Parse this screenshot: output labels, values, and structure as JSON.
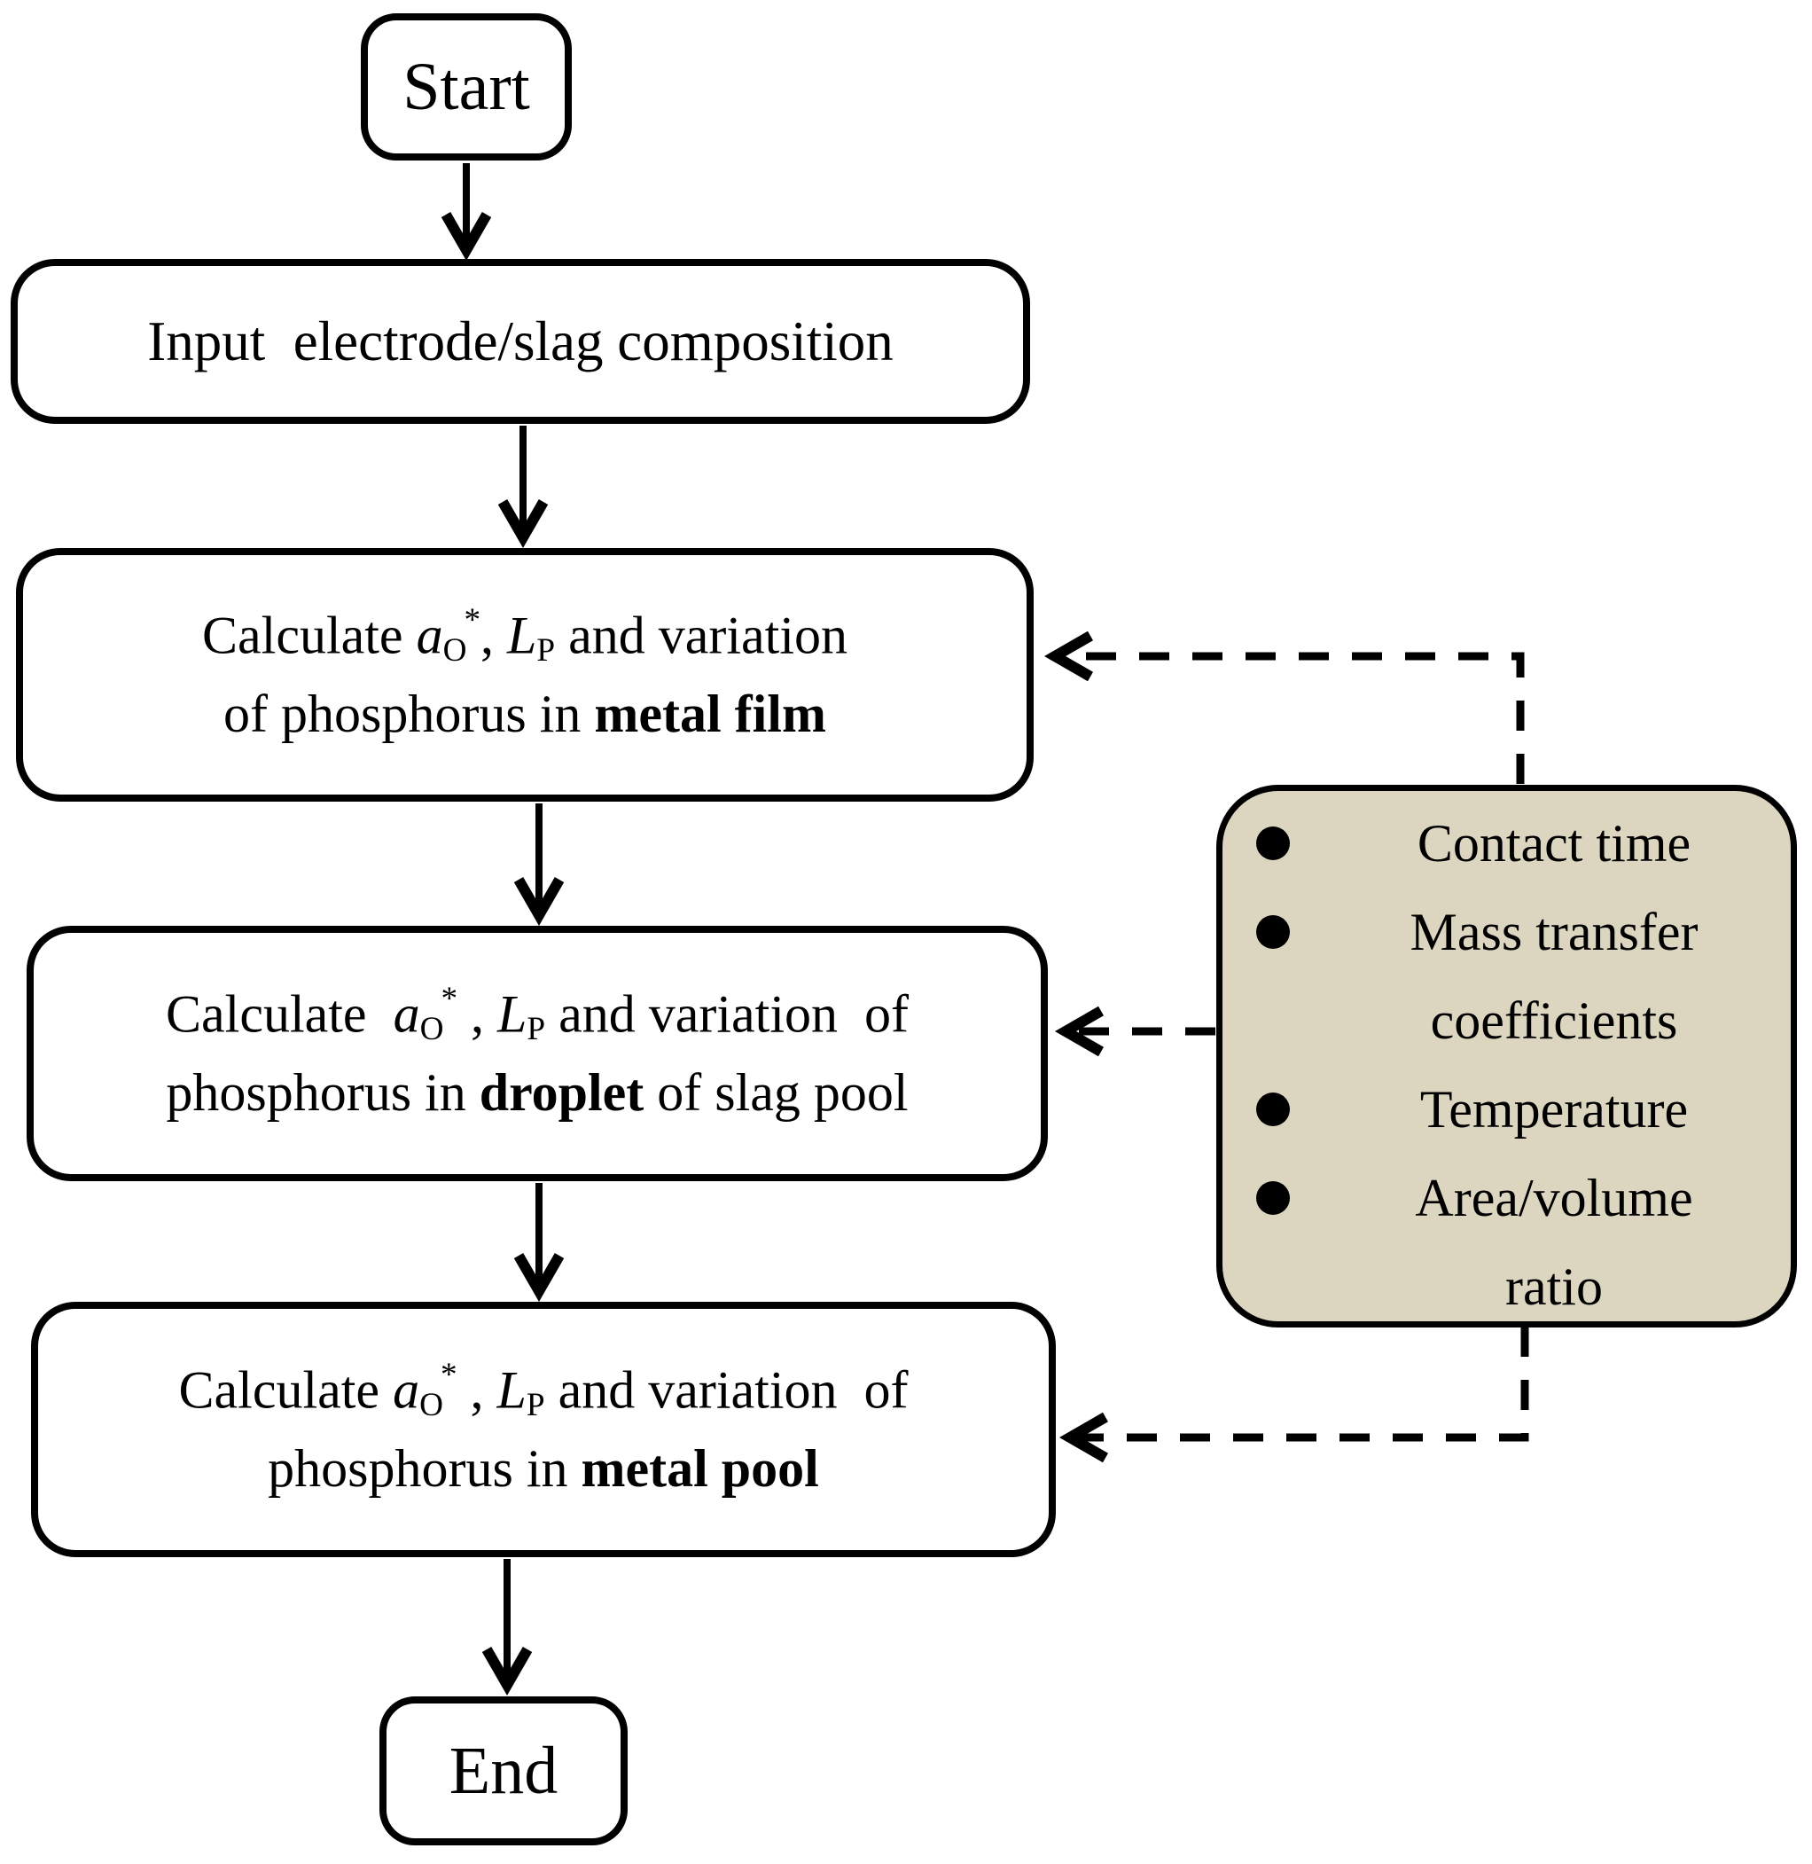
{
  "flowchart": {
    "nodes": {
      "start": {
        "label": "Start"
      },
      "input": {
        "label": "Input  electrode/slag composition"
      },
      "calc_metal_film": {
        "segments": [
          {
            "t": "Calculate "
          },
          {
            "t": "a",
            "i": true
          },
          {
            "t": "O",
            "v": "sub"
          },
          {
            "t": "*",
            "v": "sup"
          },
          {
            "t": ", "
          },
          {
            "t": "L",
            "i": true
          },
          {
            "t": "P",
            "v": "sub"
          },
          {
            "t": " and variation"
          },
          {
            "br": true
          },
          {
            "t": "of phosphorus in "
          },
          {
            "t": "metal film",
            "b": true
          }
        ]
      },
      "calc_droplet": {
        "segments": [
          {
            "t": "Calculate  "
          },
          {
            "t": "a",
            "i": true
          },
          {
            "t": "O",
            "v": "sub"
          },
          {
            "t": "*",
            "v": "sup"
          },
          {
            "t": " , "
          },
          {
            "t": "L",
            "i": true
          },
          {
            "t": "P",
            "v": "sub"
          },
          {
            "t": " and variation  of"
          },
          {
            "br": true
          },
          {
            "t": "phosphorus in "
          },
          {
            "t": "droplet",
            "b": true
          },
          {
            "t": " of slag pool"
          }
        ]
      },
      "calc_metal_pool": {
        "segments": [
          {
            "t": "Calculate "
          },
          {
            "t": "a",
            "i": true
          },
          {
            "t": "O",
            "v": "sub"
          },
          {
            "t": "*",
            "v": "sup"
          },
          {
            "t": " , "
          },
          {
            "t": "L",
            "i": true
          },
          {
            "t": "P",
            "v": "sub"
          },
          {
            "t": " and variation  of"
          },
          {
            "br": true
          },
          {
            "t": "phosphorus in "
          },
          {
            "t": "metal pool",
            "b": true
          }
        ]
      },
      "end": {
        "label": "End"
      }
    },
    "side_panel": {
      "fill": "#DCD6C1",
      "border": "#000000",
      "items": [
        {
          "label": "Contact time"
        },
        {
          "label": "Mass transfer coefficients"
        },
        {
          "label": "Temperature"
        },
        {
          "label": "Area/volume ratio"
        }
      ]
    },
    "colors": {
      "line": "#000000",
      "node_fill": "#FFFFFF",
      "text": "#000000"
    }
  }
}
